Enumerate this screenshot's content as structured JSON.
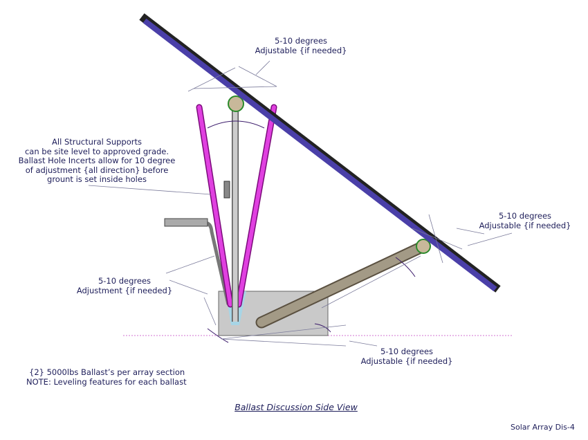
{
  "annotations": {
    "top": {
      "line1": "5-10 degrees",
      "line2": "Adjustable {if needed}"
    },
    "right": {
      "line1": "5-10 degrees",
      "line2": "Adjustable {if needed}"
    },
    "left": {
      "line1": "5-10 degrees",
      "line2": "Adjustment {if needed}"
    },
    "bottom": {
      "line1": "5-10 degrees",
      "line2": "Adjustable {if needed}"
    },
    "supports_note": [
      "All Structural Supports",
      "can be site level to approved grade.",
      "Ballast Hole Incerts allow for 10 degree",
      "of adjustment {all direction} before",
      "grount is set inside holes"
    ],
    "ballast_note": [
      "{2} 5000lbs Ballast’s per array section",
      "NOTE: Leveling features for each ballast"
    ]
  },
  "title": "Ballast Discussion Side View",
  "sheet_label": "Solar Array Dis-4",
  "colors": {
    "panel": "#4a3fa8",
    "legs": "#cc22cc",
    "strut": "#8a8070",
    "ballast": "#c8c8c8",
    "text": "#1e1e5a"
  }
}
